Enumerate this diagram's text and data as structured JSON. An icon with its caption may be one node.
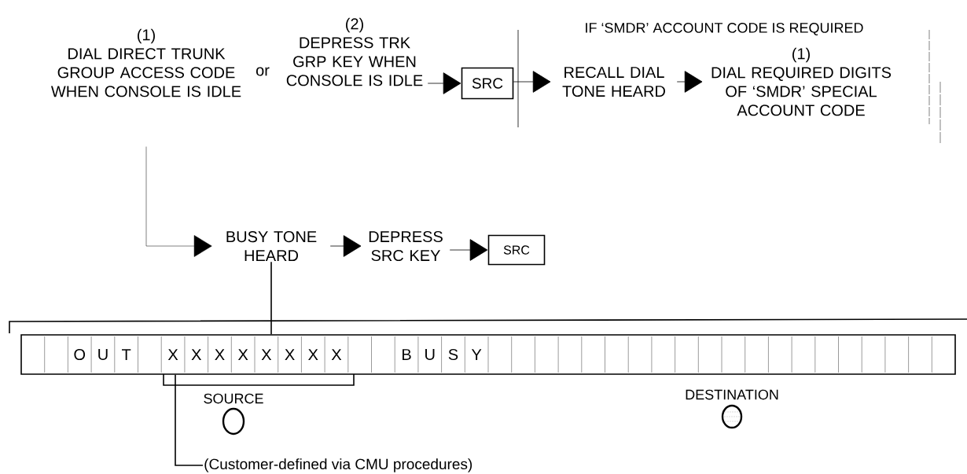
{
  "diagram": {
    "nodes": [
      {
        "text": [
          "(1)",
          "DIAL DIRECT TRUNK GROUP ACCESS CODE WHEN CONSOLE IS IDLE"
        ]
      },
      {
        "text": [
          "(2)",
          "DEPRESS TRK GRP KEY WHEN CONSOLE IS IDLE"
        ]
      },
      {
        "text": [
          "SRC"
        ]
      },
      {
        "text": [
          "RECALL DIAL TONE HEARD"
        ]
      },
      {
        "text": [
          "(1)",
          "DIAL REQUIRED DIGITS OF ‘SMDR’ SPECIAL ACCOUNT CODE"
        ]
      },
      {
        "text": [
          "BUSY TONE HEARD"
        ]
      },
      {
        "text": [
          "DEPRESS SRC KEY"
        ]
      },
      {
        "text": [
          "SRC"
        ]
      },
      {
        "text": [
          "O",
          "U",
          "T",
          "X",
          "X",
          "X",
          "X",
          "X",
          "X",
          "X",
          "X",
          "B",
          "U",
          "S",
          "Y"
        ]
      },
      {
        "text": [
          "(Customer-defined via CMU procedures)"
        ]
      }
    ],
    "edges": [
      {
        "from": 0,
        "to": 5,
        "arrow": "to"
      },
      {
        "from": 1,
        "to": 2,
        "arrow": "to"
      },
      {
        "from": 2,
        "to": 3,
        "arrow": "to"
      },
      {
        "from": 3,
        "to": 4,
        "arrow": "to"
      },
      {
        "from": 5,
        "to": 6,
        "arrow": "to"
      },
      {
        "from": 6,
        "to": 7,
        "arrow": "to"
      },
      {
        "from": 5,
        "to": 8,
        "arrow": "none"
      },
      {
        "from": 9,
        "to": 8,
        "arrow": "none"
      }
    ],
    "labels": [
      "or",
      "IF ‘SMDR’ ACCOUNT CODE IS REQUIRED",
      "SOURCE",
      "DESTINATION"
    ]
  }
}
